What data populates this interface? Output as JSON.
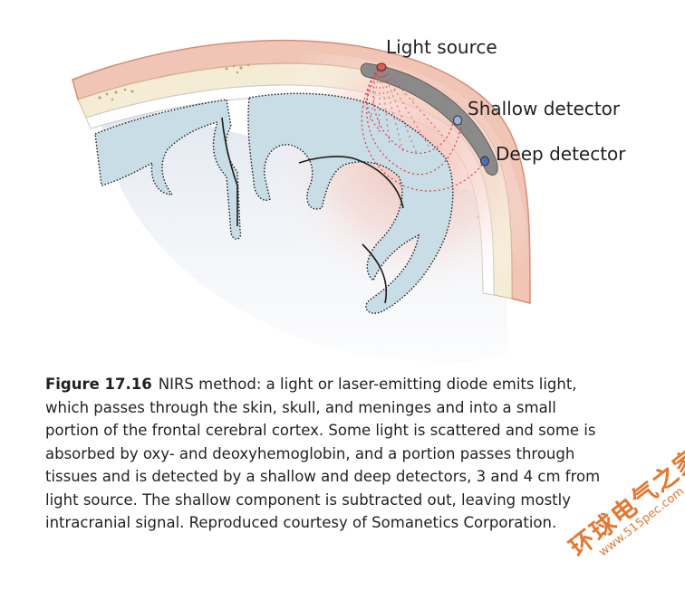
{
  "figure": {
    "labels": {
      "light_source": "Light source",
      "shallow_detector": "Shallow detector",
      "deep_detector": "Deep detector"
    },
    "colors": {
      "skin": "#f0c5b5",
      "skin_stroke": "#d98c73",
      "skull": "#f5ecd6",
      "cortex": "#c9dde6",
      "cortex_stroke": "#1a1a1a",
      "white_matter": "#ffffff",
      "light_rays": "#e2384a",
      "probe": "#7b7b7b",
      "source_dot": "#e25a50",
      "detector_dot": "#4d6fb5"
    }
  },
  "caption": {
    "label": "Figure 17.16",
    "lines": [
      "NIRS method: a light or laser-emitting diode emits light,",
      "which passes through the skin, skull, and meninges and into a small",
      "portion of the frontal cerebral cortex. Some light is scattered and some is",
      "absorbed by oxy- and deoxyhemoglobin, and a portion passes through",
      "tissues and is detected by a shallow and deep detectors, 3 and 4 cm from",
      "light source. The shallow component is subtracted out, leaving mostly",
      "intracranial signal. Reproduced courtesy of Somanetics Corporation."
    ]
  },
  "watermark": {
    "text": "环球电气之家",
    "url": "www.515pec.com"
  }
}
